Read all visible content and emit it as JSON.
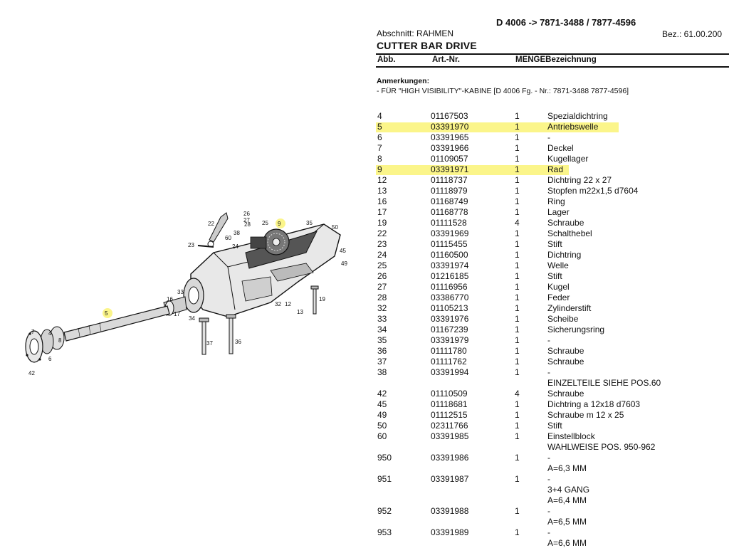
{
  "doc_header": "D 4006 -> 7871-3488 / 7877-4596",
  "bez": "Bez.: 61.00.200",
  "section": "Abschnitt: RAHMEN",
  "title": "CUTTER BAR DRIVE",
  "columns": {
    "abb": "Abb.",
    "art": "Art.-Nr.",
    "menge_bez": "MENGEBezeichnung"
  },
  "notes": {
    "label": "Anmerkungen:",
    "text": "- FÜR \"HIGH VISIBILITY\"-KABINE [D 4006 Fg. - Nr.: 7871-3488 7877-4596]"
  },
  "highlight_color": "#fbf58a",
  "parts": [
    {
      "abb": "4",
      "art": "01167503",
      "qty": "1",
      "desc": "Spezialdichtring",
      "highlighted": false
    },
    {
      "abb": "5",
      "art": "03391970",
      "qty": "1",
      "desc": "Antriebswelle",
      "highlighted": true
    },
    {
      "abb": "6",
      "art": "03391965",
      "qty": "1",
      "desc": "-",
      "highlighted": false
    },
    {
      "abb": "7",
      "art": "03391966",
      "qty": "1",
      "desc": "Deckel",
      "highlighted": false
    },
    {
      "abb": "8",
      "art": "01109057",
      "qty": "1",
      "desc": "Kugellager",
      "highlighted": false
    },
    {
      "abb": "9",
      "art": "03391971",
      "qty": "1",
      "desc": "Rad",
      "highlighted": true
    },
    {
      "abb": "12",
      "art": "01118737",
      "qty": "1",
      "desc": "Dichtring 22 x 27",
      "highlighted": false
    },
    {
      "abb": "13",
      "art": "01118979",
      "qty": "1",
      "desc": "Stopfen m22x1,5 d7604",
      "highlighted": false
    },
    {
      "abb": "16",
      "art": "01168749",
      "qty": "1",
      "desc": "Ring",
      "highlighted": false
    },
    {
      "abb": "17",
      "art": "01168778",
      "qty": "1",
      "desc": "Lager",
      "highlighted": false
    },
    {
      "abb": "19",
      "art": "01111528",
      "qty": "4",
      "desc": "Schraube",
      "highlighted": false
    },
    {
      "abb": "22",
      "art": "03391969",
      "qty": "1",
      "desc": "Schalthebel",
      "highlighted": false
    },
    {
      "abb": "23",
      "art": "01115455",
      "qty": "1",
      "desc": "Stift",
      "highlighted": false
    },
    {
      "abb": "24",
      "art": "01160500",
      "qty": "1",
      "desc": "Dichtring",
      "highlighted": false
    },
    {
      "abb": "25",
      "art": "03391974",
      "qty": "1",
      "desc": "Welle",
      "highlighted": false
    },
    {
      "abb": "26",
      "art": "01216185",
      "qty": "1",
      "desc": "Stift",
      "highlighted": false
    },
    {
      "abb": "27",
      "art": "01116956",
      "qty": "1",
      "desc": "Kugel",
      "highlighted": false
    },
    {
      "abb": "28",
      "art": "03386770",
      "qty": "1",
      "desc": "Feder",
      "highlighted": false
    },
    {
      "abb": "32",
      "art": "01105213",
      "qty": "1",
      "desc": "Zylinderstift",
      "highlighted": false
    },
    {
      "abb": "33",
      "art": "03391976",
      "qty": "1",
      "desc": "Scheibe",
      "highlighted": false
    },
    {
      "abb": "34",
      "art": "01167239",
      "qty": "1",
      "desc": "Sicherungsring",
      "highlighted": false
    },
    {
      "abb": "35",
      "art": "03391979",
      "qty": "1",
      "desc": "-",
      "highlighted": false
    },
    {
      "abb": "36",
      "art": "01111780",
      "qty": "1",
      "desc": "Schraube",
      "highlighted": false
    },
    {
      "abb": "37",
      "art": "01111762",
      "qty": "1",
      "desc": "Schraube",
      "highlighted": false
    },
    {
      "abb": "38",
      "art": "03391994",
      "qty": "1",
      "desc": "-",
      "highlighted": false
    },
    {
      "abb": "",
      "art": "",
      "qty": "",
      "desc": "EINZELTEILE SIEHE POS.60",
      "highlighted": false
    },
    {
      "abb": "42",
      "art": "01110509",
      "qty": "4",
      "desc": "Schraube",
      "highlighted": false
    },
    {
      "abb": "45",
      "art": "01118681",
      "qty": "1",
      "desc": "Dichtring a 12x18 d7603",
      "highlighted": false
    },
    {
      "abb": "49",
      "art": "01112515",
      "qty": "1",
      "desc": "Schraube m 12 x 25",
      "highlighted": false
    },
    {
      "abb": "50",
      "art": "02311766",
      "qty": "1",
      "desc": "Stift",
      "highlighted": false
    },
    {
      "abb": "60",
      "art": "03391985",
      "qty": "1",
      "desc": "Einstellblock",
      "highlighted": false
    },
    {
      "abb": "",
      "art": "",
      "qty": "",
      "desc": "WAHLWEISE POS. 950-962",
      "highlighted": false
    },
    {
      "abb": "950",
      "art": "03391986",
      "qty": "1",
      "desc": "-",
      "highlighted": false
    },
    {
      "abb": "",
      "art": "",
      "qty": "",
      "desc": "A=6,3 MM",
      "highlighted": false
    },
    {
      "abb": "951",
      "art": "03391987",
      "qty": "1",
      "desc": "-",
      "highlighted": false
    },
    {
      "abb": "",
      "art": "",
      "qty": "",
      "desc": "3+4 GANG",
      "highlighted": false
    },
    {
      "abb": "",
      "art": "",
      "qty": "",
      "desc": "A=6,4 MM",
      "highlighted": false
    },
    {
      "abb": "952",
      "art": "03391988",
      "qty": "1",
      "desc": "-",
      "highlighted": false
    },
    {
      "abb": "",
      "art": "",
      "qty": "",
      "desc": "A=6,5 MM",
      "highlighted": false
    },
    {
      "abb": "953",
      "art": "03391989",
      "qty": "1",
      "desc": "-",
      "highlighted": false
    },
    {
      "abb": "",
      "art": "",
      "qty": "",
      "desc": "A=6,6 MM",
      "highlighted": false
    }
  ],
  "diagram_labels": [
    "22",
    "23",
    "26",
    "27",
    "28",
    "38",
    "60",
    "24",
    "25",
    "9",
    "35",
    "50",
    "45",
    "49",
    "33",
    "16",
    "17",
    "34",
    "5",
    "4",
    "8",
    "6",
    "7",
    "42",
    "32",
    "12",
    "13",
    "19",
    "37",
    "36"
  ]
}
